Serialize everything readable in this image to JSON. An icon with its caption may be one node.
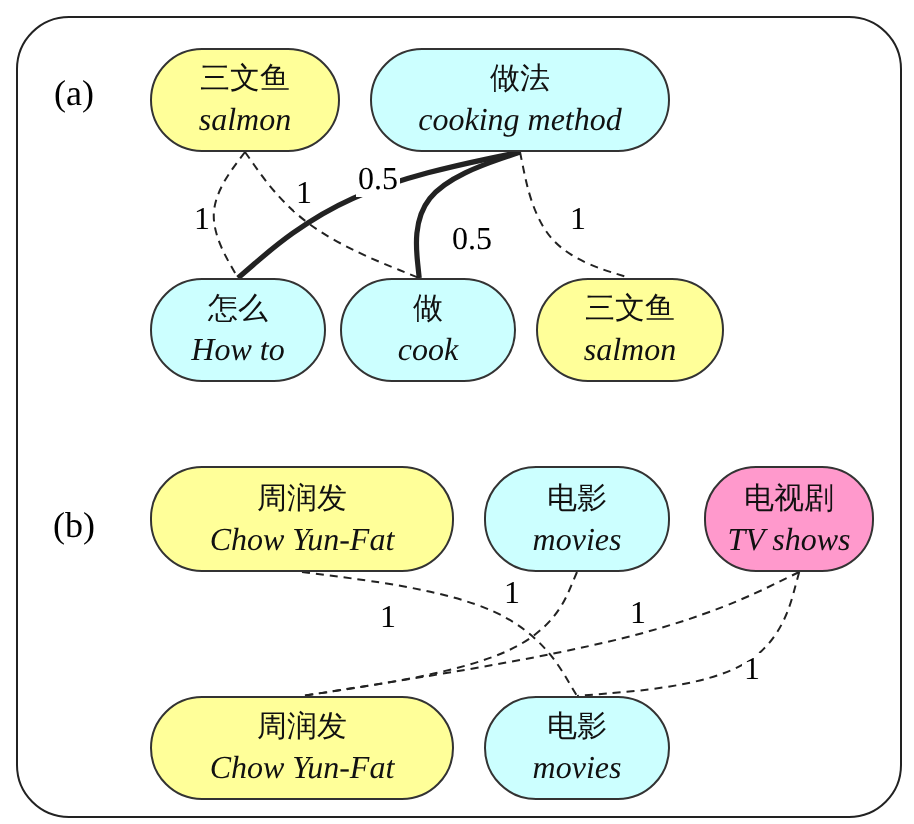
{
  "diagram": {
    "nodes": [
      {
        "text": [
          "三文鱼",
          "salmon"
        ]
      },
      {
        "text": [
          "做法",
          "cooking method"
        ]
      },
      {
        "text": [
          "怎么",
          "How to"
        ]
      },
      {
        "text": [
          "做",
          "cook"
        ]
      },
      {
        "text": [
          "三文鱼",
          "salmon"
        ]
      },
      {
        "text": [
          "周润发",
          "Chow Yun-Fat"
        ]
      },
      {
        "text": [
          "电影",
          "movies"
        ]
      },
      {
        "text": [
          "电视剧",
          "TV shows"
        ]
      },
      {
        "text": [
          "周润发",
          "Chow Yun-Fat"
        ]
      },
      {
        "text": [
          "电影",
          "movies"
        ]
      }
    ],
    "edges": [
      {
        "from": 0,
        "to": 2,
        "arrow": "none",
        "label": "1",
        "style": "dashed"
      },
      {
        "from": 0,
        "to": 3,
        "arrow": "none",
        "label": "1",
        "style": "dashed"
      },
      {
        "from": 1,
        "to": 2,
        "arrow": "none",
        "label": "0.5",
        "style": "thick"
      },
      {
        "from": 1,
        "to": 3,
        "arrow": "none",
        "label": "0.5",
        "style": "thick"
      },
      {
        "from": 1,
        "to": 4,
        "arrow": "none",
        "label": "1",
        "style": "dashed"
      },
      {
        "from": 5,
        "to": 9,
        "arrow": "none",
        "label": "1",
        "style": "dashed"
      },
      {
        "from": 6,
        "to": 8,
        "arrow": "none",
        "label": "1",
        "style": "dashed"
      },
      {
        "from": 7,
        "to": 8,
        "arrow": "none",
        "label": "1",
        "style": "dashed"
      },
      {
        "from": 7,
        "to": 9,
        "arrow": "none",
        "label": "1",
        "style": "dashed"
      }
    ],
    "labels": [
      "(a)",
      "(b)"
    ]
  }
}
